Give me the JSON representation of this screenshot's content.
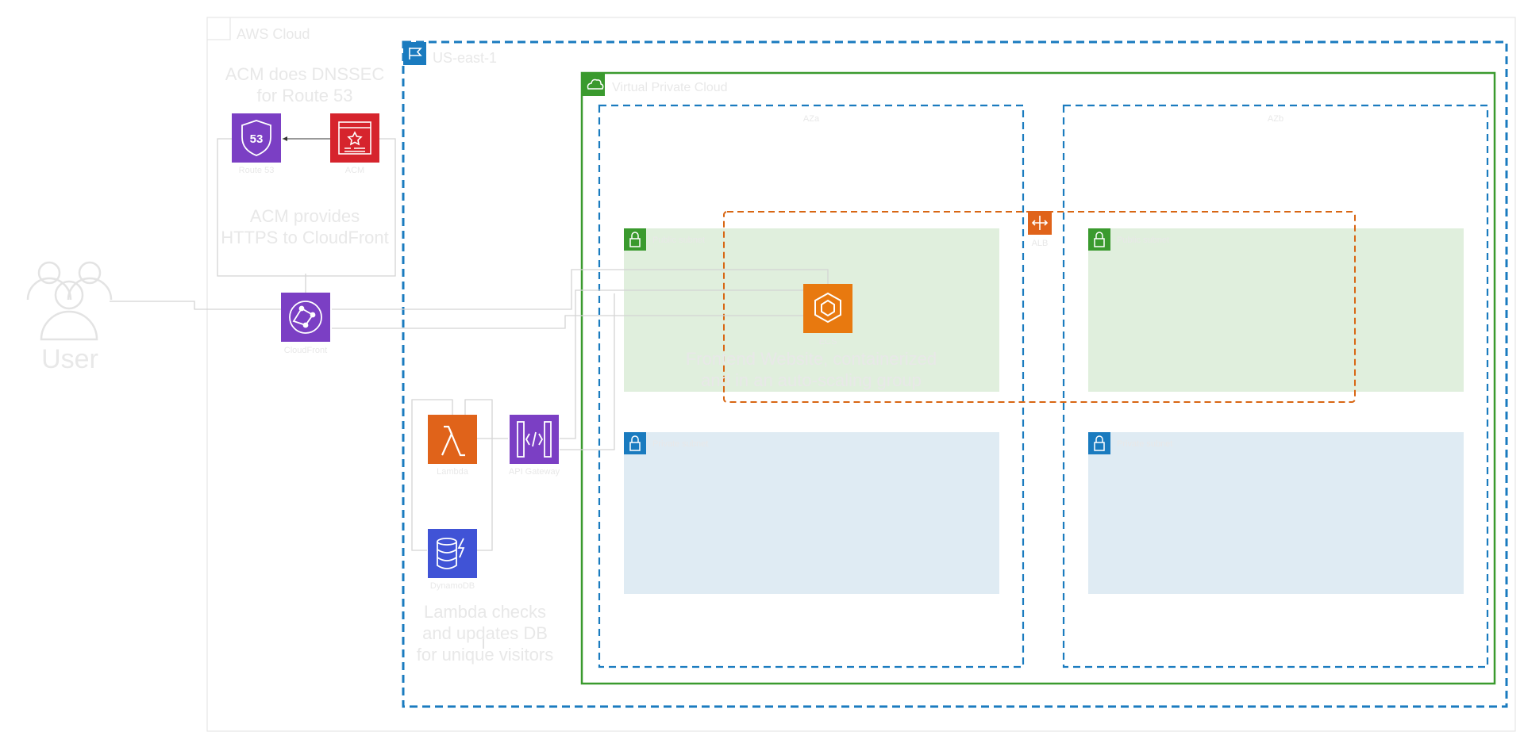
{
  "labels": {
    "aws_cloud": "AWS Cloud",
    "region": "US-east-1",
    "vpc": "Virtual Private Cloud",
    "az_left": "AZa",
    "az_right": "AZb",
    "user": "User",
    "acm_dnssec_line1": "ACM does DNSSEC",
    "acm_dnssec_line2": "for Route 53",
    "acm_https_line1": "ACM provides",
    "acm_https_line2": "HTTPS to CloudFront",
    "frontend_line1": "Frontend Website, containerized",
    "frontend_line2": "and in an auto-scaling group",
    "lambda_db_line1": "Lambda checks",
    "lambda_db_line2": "and updates DB",
    "lambda_db_line3": "for unique visitors"
  },
  "services": {
    "route53": {
      "label": "Route 53",
      "icon": "route53-icon",
      "color": "#7b3fc4"
    },
    "acm": {
      "label": "ACM",
      "icon": "certificate-manager-icon",
      "color": "#d6242d"
    },
    "cloudfront": {
      "label": "CloudFront",
      "icon": "cloudfront-icon",
      "color": "#7b3fc4"
    },
    "lambda": {
      "label": "Lambda",
      "icon": "lambda-icon",
      "color": "#e0631a"
    },
    "api_gateway": {
      "label": "API Gateway",
      "icon": "api-gateway-icon",
      "color": "#7b3fc4"
    },
    "dynamodb": {
      "label": "DynamoDB",
      "icon": "dynamodb-icon",
      "color": "#4053d6"
    },
    "ecs": {
      "label": "ECS",
      "icon": "ecs-icon",
      "color": "#e8790f"
    },
    "elb": {
      "label": "ALB",
      "icon": "load-balancer-icon",
      "color": "#e0631a"
    }
  },
  "subnets": {
    "public_a": "Public subnet",
    "public_b": "Public subnet",
    "private_a": "Private subnet",
    "private_b": "Private subnet"
  },
  "colors": {
    "region_border": "#1a7bbf",
    "vpc_border": "#3a9a2e",
    "az_border": "#1a7bbf",
    "asg_border": "#d86613",
    "public_subnet_fill": "#e0efdd",
    "private_subnet_fill": "#dfebf3",
    "public_badge": "#3a9a2e",
    "private_badge": "#1a7bbf"
  }
}
